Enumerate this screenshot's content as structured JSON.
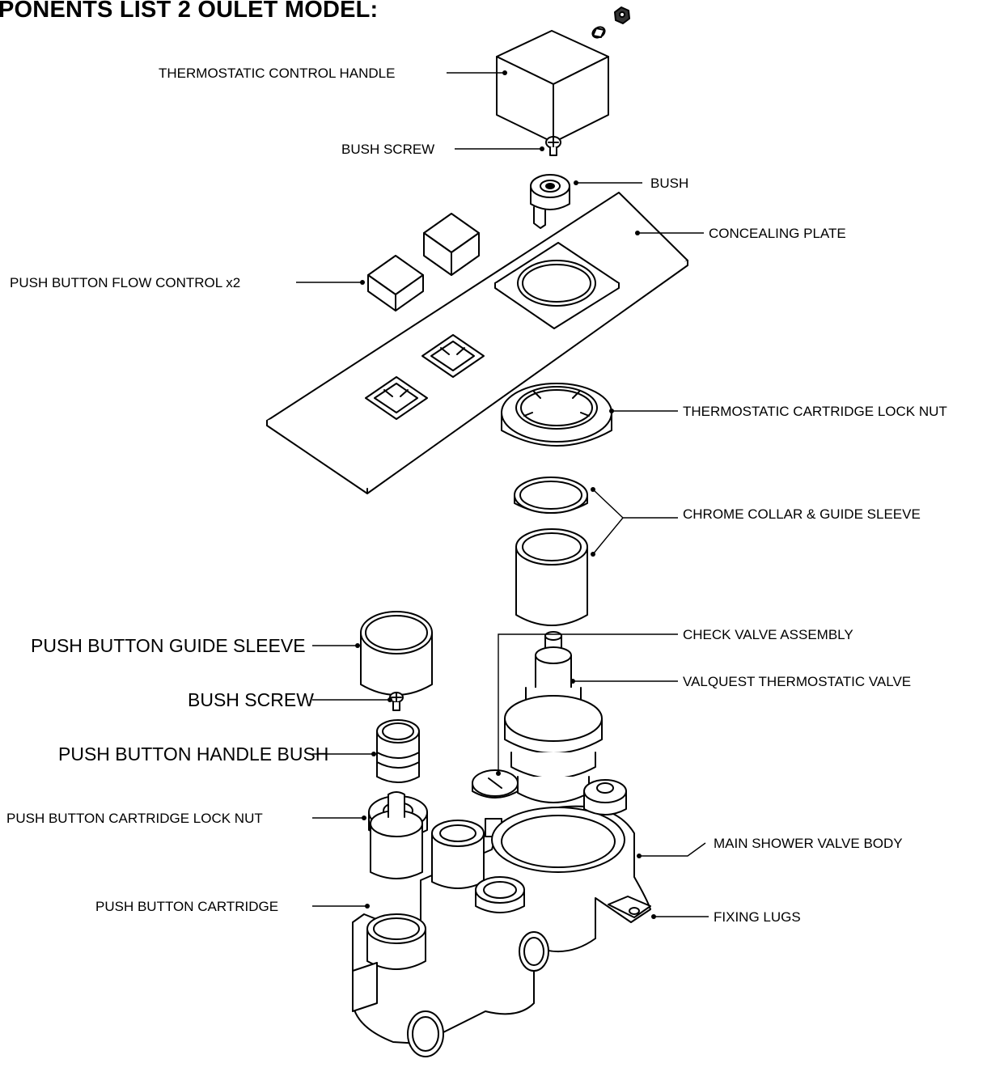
{
  "heading": "PONENTS LIST 2 OULET MODEL:",
  "labels": {
    "thermostatic_control_handle": "THERMOSTATIC CONTROL HANDLE",
    "bush_screw_top": "BUSH SCREW",
    "bush": "BUSH",
    "concealing_plate": "CONCEALING PLATE",
    "push_button_flow_control": "PUSH BUTTON FLOW CONTROL x2",
    "thermostatic_cartridge_lock_nut": "THERMOSTATIC CARTRIDGE LOCK NUT",
    "chrome_collar_guide_sleeve": "CHROME COLLAR & GUIDE SLEEVE",
    "check_valve_assembly": "CHECK VALVE ASSEMBLY",
    "valquest_thermostatic_valve": "VALQUEST THERMOSTATIC VALVE",
    "push_button_guide_sleeve": "PUSH BUTTON  GUIDE SLEEVE",
    "bush_screw_lower": "BUSH SCREW",
    "push_button_handle_bush": "PUSH BUTTON HANDLE BUSH",
    "push_button_cartridge_lock_nut": "PUSH BUTTON CARTRIDGE LOCK NUT",
    "main_shower_valve_body": "MAIN SHOWER VALVE BODY",
    "push_button_cartridge": "PUSH BUTTON CARTRIDGE",
    "fixing_lugs": "FIXING LUGS"
  }
}
